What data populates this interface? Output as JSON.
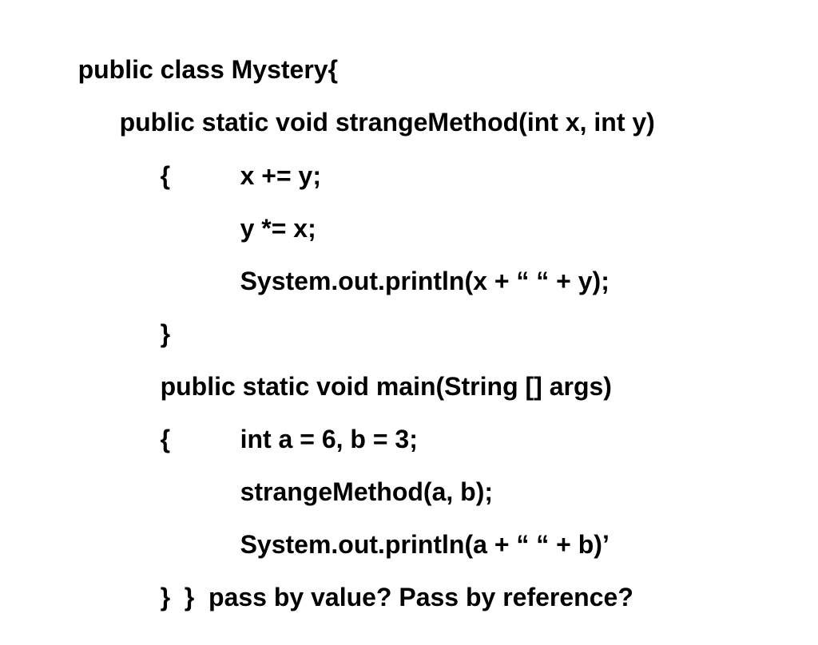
{
  "slide": {
    "lines": [
      "public class Mystery{",
      "public static void strangeMethod(int x, int y)",
      "{",
      "x += y;",
      "y *= x;",
      "System.out.println(x + “ “ + y);",
      "}",
      "public static void main(String [] args)",
      "{",
      "int a = 6, b = 3;",
      "strangeMethod(a, b);",
      "System.out.println(a + “ “ + b)’",
      "}  }  pass by value? Pass by reference?"
    ]
  },
  "colors": {
    "background": "#ffffff",
    "text": "#000000"
  }
}
